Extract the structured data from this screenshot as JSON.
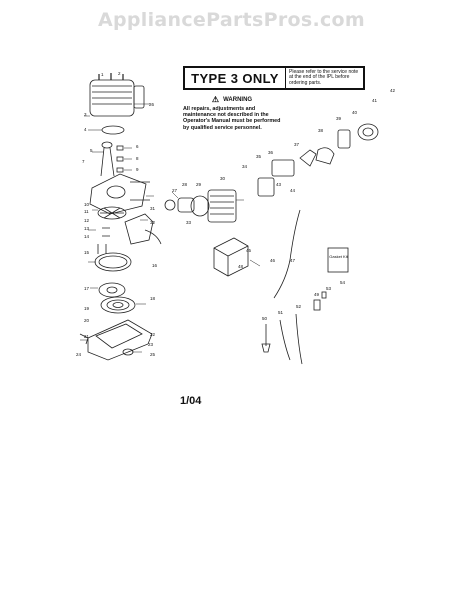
{
  "watermark": "AppliancePartsPros.com",
  "header": {
    "title": "TYPE 3 ONLY",
    "note": "Please refer to the service note at the end of the IPL before ordering parts."
  },
  "warning": {
    "label": "WARNING",
    "text": "All repairs, adjustments and maintenance not described in the Operator's Manual must be performed by qualified service personnel."
  },
  "gasket_kit_label": "Gasket Kit",
  "date_code": "1/04",
  "callouts": [
    "1",
    "2",
    "3",
    "4",
    "5",
    "6",
    "7",
    "8",
    "9",
    "10",
    "11",
    "12",
    "13",
    "14",
    "15",
    "16",
    "17",
    "18",
    "19",
    "20",
    "21",
    "22",
    "23",
    "24",
    "25",
    "26",
    "27",
    "28",
    "29",
    "30",
    "31",
    "32",
    "33",
    "34",
    "35",
    "36",
    "37",
    "38",
    "39",
    "40",
    "41",
    "42",
    "43",
    "44",
    "45",
    "46",
    "47",
    "48",
    "49",
    "50",
    "51",
    "52",
    "53",
    "54"
  ]
}
